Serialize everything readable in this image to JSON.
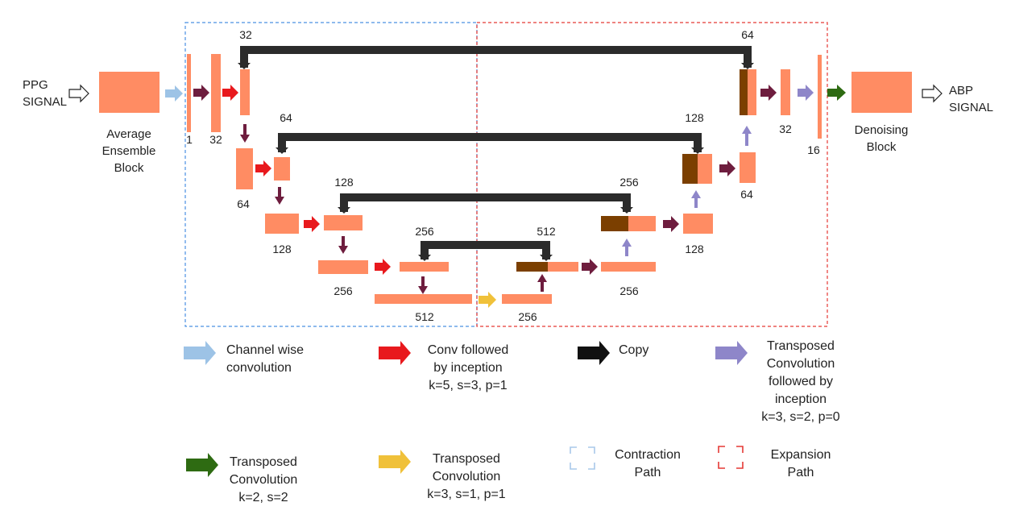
{
  "colors": {
    "block": "#FF8C63",
    "dark_block": "#7B3F00",
    "channel_arrow": "#9DC3E6",
    "conv_arrow": "#E8191D",
    "copy_arrow": "#2B2B2B",
    "tconv_inc_arrow": "#8E86C9",
    "tconv_green_arrow": "#2E6B12",
    "tconv_yellow_arrow": "#F0C13A",
    "maroon_arrow": "#6E1D3E",
    "contraction_border": "#4A90E2",
    "expansion_border": "#E53935"
  },
  "diagram": {
    "input": {
      "line1": "PPG",
      "line2": "SIGNAL"
    },
    "output": {
      "line1": "ABP",
      "line2": "SIGNAL"
    },
    "average_block": {
      "line1": "Average",
      "line2": "Ensemble",
      "line3": "Block"
    },
    "denoising_block": {
      "line1": "Denoising",
      "line2": "Block"
    },
    "enc": {
      "l1a": "1",
      "l1b": "32",
      "l1c": "32",
      "l2a": "64",
      "l2b": "64",
      "l3a": "128",
      "l3b": "128",
      "l4a": "256",
      "l4b": "256",
      "l5": "512"
    },
    "dec": {
      "l5": "256",
      "l5c": "512",
      "l4": "256",
      "l4c": "256",
      "l3": "128",
      "l3c": "128",
      "l2": "64",
      "l2c": "64",
      "l1": "32",
      "l1b": "16"
    }
  },
  "legend": {
    "channel": {
      "line1": "Channel wise",
      "line2": "convolution"
    },
    "conv": {
      "line1": "Conv followed",
      "line2": "by inception",
      "line3": "k=5, s=3, p=1"
    },
    "copy": {
      "line1": "Copy"
    },
    "tconv_inc": {
      "line1": "Transposed",
      "line2": "Convolution",
      "line3": "followed by",
      "line4": "inception",
      "line5": "k=3, s=2, p=0"
    },
    "tconv_green": {
      "line1": "Transposed",
      "line2": "Convolution",
      "line3": "k=2, s=2"
    },
    "tconv_yellow": {
      "line1": "Transposed",
      "line2": "Convolution",
      "line3": "k=3, s=1, p=1"
    },
    "contraction": {
      "line1": "Contraction",
      "line2": "Path"
    },
    "expansion": {
      "line1": "Expansion",
      "line2": "Path"
    }
  }
}
